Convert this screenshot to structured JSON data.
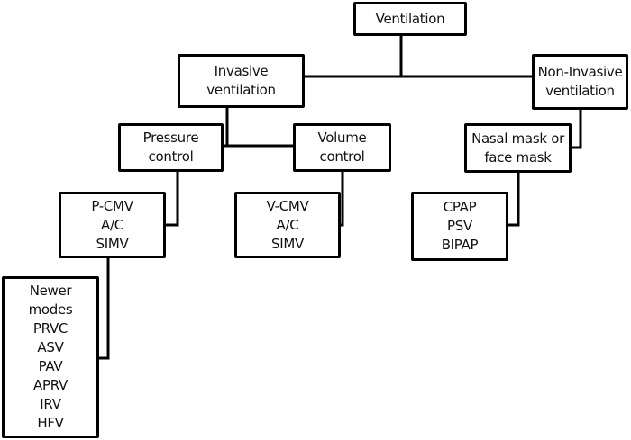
{
  "diagram": {
    "type": "tree",
    "title": "Ventilation",
    "nodes": {
      "ventilation": {
        "lines": [
          "Ventilation"
        ]
      },
      "invasive": {
        "lines": [
          "Invasive",
          "ventilation"
        ]
      },
      "non_invasive": {
        "lines": [
          "Non-Invasive",
          "ventilation"
        ]
      },
      "pressure_control": {
        "lines": [
          "Pressure",
          "control"
        ]
      },
      "volume_control": {
        "lines": [
          "Volume",
          "control"
        ]
      },
      "nasal_mask": {
        "lines": [
          "Nasal mask or",
          "face mask"
        ]
      },
      "pressure_modes": {
        "lines": [
          "P-CMV",
          "A/C",
          "SIMV"
        ]
      },
      "volume_modes": {
        "lines": [
          "V-CMV",
          "A/C",
          "SIMV"
        ]
      },
      "niv_modes": {
        "lines": [
          "CPAP",
          "PSV",
          "BIPAP"
        ]
      },
      "newer_modes": {
        "lines": [
          "Newer",
          "modes",
          "PRVC",
          "ASV",
          "PAV",
          "APRV",
          "IRV",
          "HFV"
        ]
      }
    },
    "edges": [
      [
        "ventilation",
        "invasive"
      ],
      [
        "ventilation",
        "non_invasive"
      ],
      [
        "invasive",
        "pressure_control"
      ],
      [
        "invasive",
        "volume_control"
      ],
      [
        "non_invasive",
        "nasal_mask"
      ],
      [
        "pressure_control",
        "pressure_modes"
      ],
      [
        "volume_control",
        "volume_modes"
      ],
      [
        "nasal_mask",
        "niv_modes"
      ],
      [
        "pressure_modes",
        "newer_modes"
      ]
    ]
  }
}
